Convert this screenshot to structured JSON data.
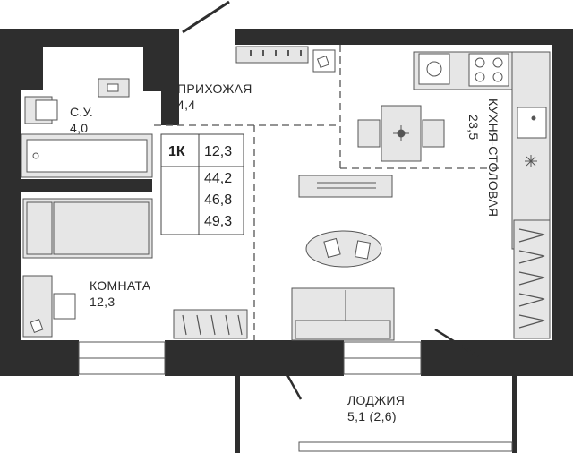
{
  "area_summary": {
    "type": "1К",
    "values": [
      "12,3",
      "44,2",
      "46,8",
      "49,3"
    ]
  },
  "rooms": {
    "hall": {
      "name": "ПРИХОЖАЯ",
      "area": "4,4"
    },
    "bathroom": {
      "name": "С.У.",
      "area": "4,0"
    },
    "kitchen": {
      "name": "КУХНЯ-СТОЛОВАЯ",
      "area": "23,5"
    },
    "bedroom": {
      "name": "КОМНАТА",
      "area": "12,3"
    },
    "loggia": {
      "name": "ЛОДЖИЯ",
      "area": "5,1 (2,6)"
    }
  },
  "colors": {
    "wall": "#2e2e2e",
    "furniture_fill": "#e6e6e6",
    "furniture_stroke": "#555555",
    "dashed": "#555555"
  }
}
